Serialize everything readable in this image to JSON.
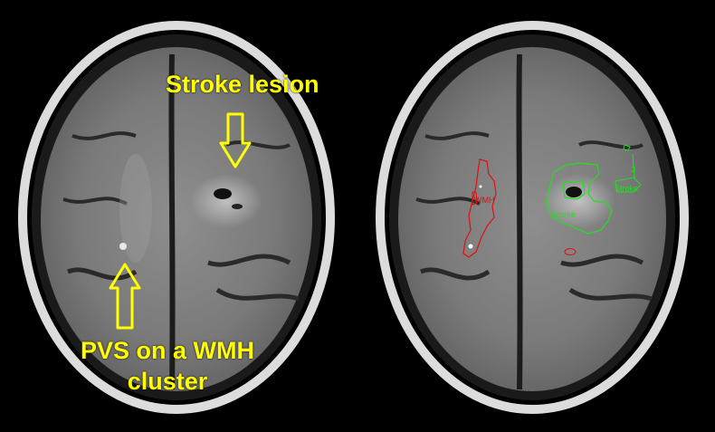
{
  "annotations": {
    "stroke_lesion": "Stroke lesion",
    "pvs_cluster": "PVS on a WMH cluster"
  },
  "segmentation_labels": {
    "wmh": "WMH",
    "stroke_main": "Stroke",
    "stroke_small": "Stroke",
    "region_number": "3"
  },
  "colors": {
    "annotation_text": "#ffff00",
    "arrow_outline": "#ffff00",
    "wmh_contour": "#e01010",
    "stroke_contour": "#20e020",
    "background": "#000000"
  }
}
